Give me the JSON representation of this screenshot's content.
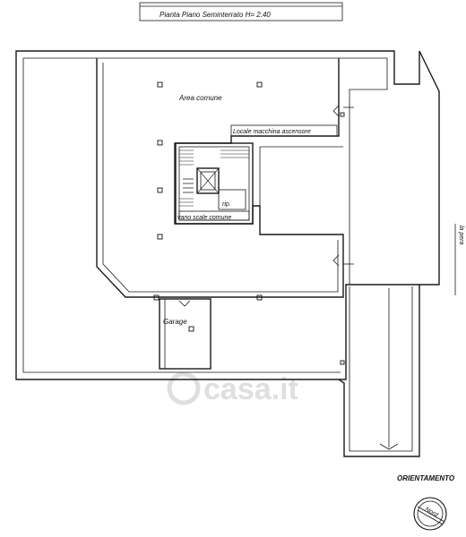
{
  "title": "Pianta   Piano Seminterrato  H= 2.40",
  "rooms": {
    "common_area": "Area comune",
    "machine_room": "Locale macchina  ascensore",
    "closet": "rip.",
    "stairwell": "vano scale comune",
    "garage": "Garage"
  },
  "side_label": "la pera",
  "orientation": {
    "label": "ORIENTAMENTO",
    "compass_text": "Nord"
  },
  "watermark": "casa.it"
}
